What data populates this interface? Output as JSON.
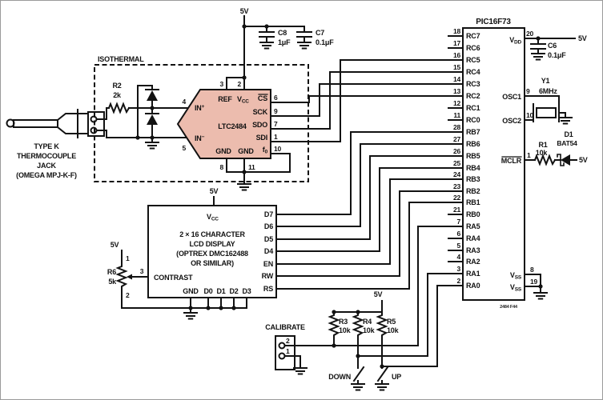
{
  "colors": {
    "chip_fill": "#ecbcae",
    "ink": "#121212"
  },
  "top": {
    "v5": "5V",
    "c8": "C8",
    "c8v": "1μF",
    "c7": "C7",
    "c7v": "0.1μF"
  },
  "iso": {
    "title": "ISOTHERMAL",
    "r2": "R2",
    "r2v": "2k"
  },
  "jack": {
    "l1": "TYPE K",
    "l2": "THERMOCOUPLE",
    "l3": "JACK",
    "l4": "(OMEGA MPJ-K-F)"
  },
  "adc": {
    "part": "LTC2484",
    "ref": "REF",
    "v": "V",
    "vcc_sub": "CC",
    "cs": "CS",
    "sck": "SCK",
    "sdo": "SDO",
    "sdi": "SDI",
    "f": "f",
    "f0": "0",
    "gnd": "GND",
    "gnd2": "GND",
    "in": "IN",
    "plus": "+",
    "minus": "−",
    "p2": "2",
    "p3": "3",
    "p4": "4",
    "p5": "5",
    "p6": "6",
    "p9": "9",
    "p7": "7",
    "p1": "1",
    "p10": "10",
    "p8": "8",
    "p11": "11"
  },
  "lcd": {
    "v5": "5V",
    "v": "V",
    "vcc_sub": "CC",
    "l1": "2 × 16 CHARACTER",
    "l2": "LCD DISPLAY",
    "l3": "(OPTREX DMC162488",
    "l4": "OR SIMILAR)",
    "contrast": "CONTRAST",
    "p3": "3",
    "gnd": "GND",
    "d0": "D0",
    "d1": "D1",
    "d2": "D2",
    "d3": "D3",
    "d7": "D7",
    "d6": "D6",
    "d5": "D5",
    "d4": "D4",
    "en": "EN",
    "rw": "RW",
    "rs": "RS"
  },
  "pot": {
    "v5": "5V",
    "p1": "1",
    "p2": "2",
    "ref": "R6",
    "val": "5k"
  },
  "pic": {
    "part": "PIC16F73",
    "pins": [
      {
        "n": "18",
        "l": "RC7"
      },
      {
        "n": "17",
        "l": "RC6"
      },
      {
        "n": "16",
        "l": "RC5"
      },
      {
        "n": "15",
        "l": "RC4"
      },
      {
        "n": "14",
        "l": "RC3"
      },
      {
        "n": "13",
        "l": "RC2"
      },
      {
        "n": "12",
        "l": "RC1"
      },
      {
        "n": "11",
        "l": "RC0"
      },
      {
        "n": "28",
        "l": "RB7"
      },
      {
        "n": "27",
        "l": "RB6"
      },
      {
        "n": "26",
        "l": "RB5"
      },
      {
        "n": "25",
        "l": "RB4"
      },
      {
        "n": "24",
        "l": "RB3"
      },
      {
        "n": "23",
        "l": "RB2"
      },
      {
        "n": "22",
        "l": "RB1"
      },
      {
        "n": "21",
        "l": "RB0"
      },
      {
        "n": "7",
        "l": "RA5"
      },
      {
        "n": "6",
        "l": "RA4"
      },
      {
        "n": "5",
        "l": "RA3"
      },
      {
        "n": "4",
        "l": "RA2"
      },
      {
        "n": "3",
        "l": "RA1"
      },
      {
        "n": "2",
        "l": "RA0"
      }
    ],
    "p20": "20",
    "v": "V",
    "vdd_sub": "DD",
    "v5a": "5V",
    "c6": "C6",
    "c6v": "0.1μF",
    "p9": "9",
    "y1": "Y1",
    "y1v": "6MHz",
    "osc1": "OSC1",
    "p10": "10",
    "osc2": "OSC2",
    "p1": "1",
    "mclr": "MCLR",
    "r1": "R1",
    "r1v": "10k",
    "d1": "D1",
    "d1p": "BAT54",
    "v5b": "5V",
    "vss_v": "V",
    "vss_sub": "SS",
    "p8": "8",
    "p19": "19",
    "fig": "2484 F44"
  },
  "cal": {
    "title": "CALIBRATE",
    "p2": "2",
    "p1": "1",
    "r3": "R3",
    "r3v": "10k",
    "r4": "R4",
    "r4v": "10k",
    "r5": "R5",
    "r5v": "10k",
    "v5": "5V",
    "down": "DOWN",
    "up": "UP"
  }
}
